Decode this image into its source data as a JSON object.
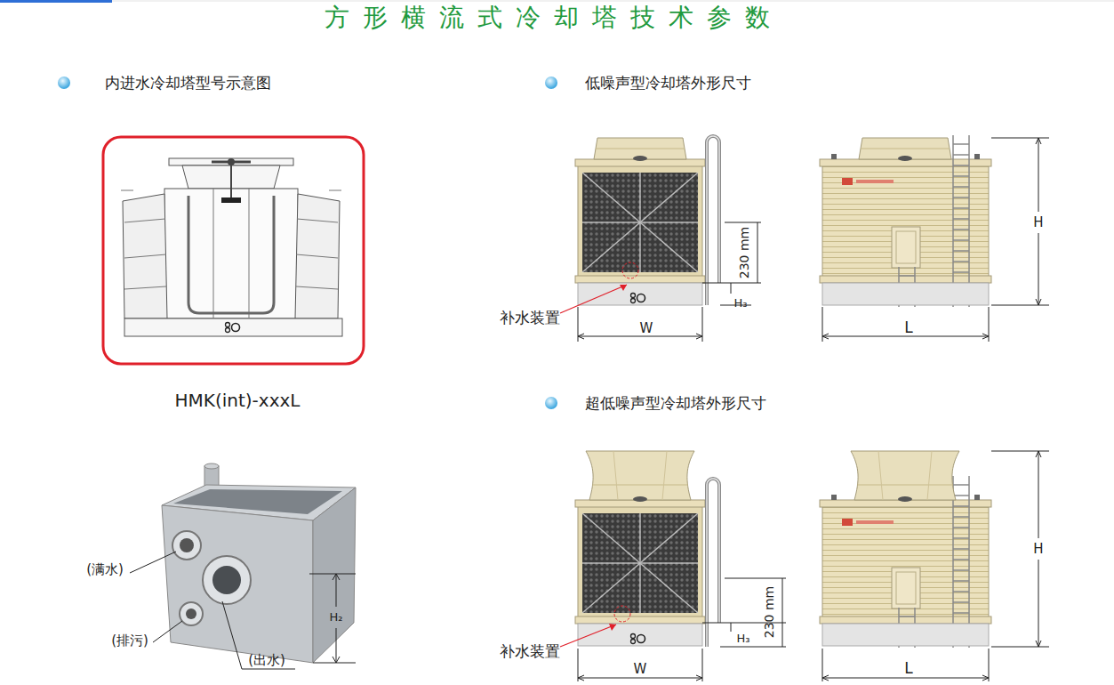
{
  "diagram": {
    "title": "方形横流式冷却塔技术参数",
    "labels": [
      "内进水冷却塔型号示意图",
      "低噪声型冷却塔外形尺寸",
      "HMK(int)-xxxL",
      "(满水)",
      "(排污)",
      "(出水)",
      "H₂",
      "230 mm",
      "H₃",
      "补水装置",
      "W",
      "H",
      "L",
      "超低噪声型冷却塔外形尺寸",
      "230 mm",
      "H₃",
      "补水装置",
      "W",
      "H",
      "L"
    ]
  }
}
